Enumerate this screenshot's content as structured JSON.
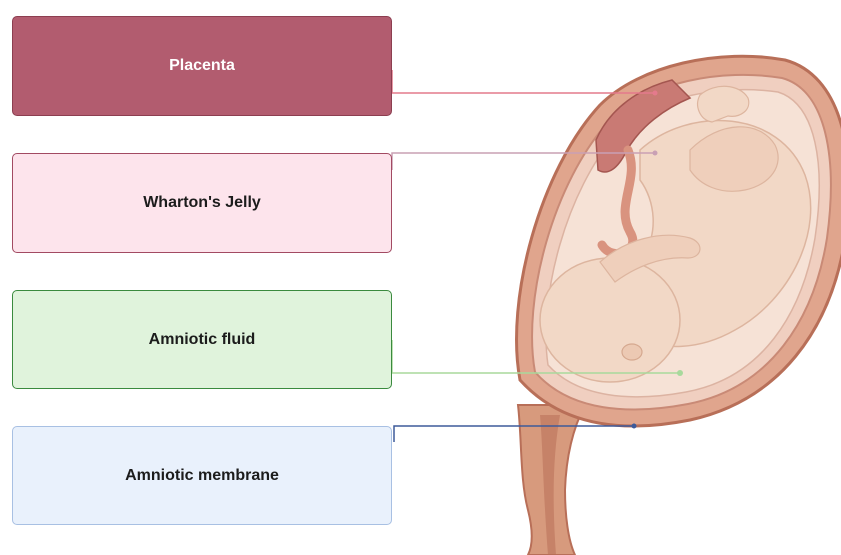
{
  "labels": {
    "placenta": "Placenta",
    "wharton_jelly": "Wharton's Jelly",
    "amniotic_fluid": "Amniotic fluid",
    "amniotic_membrane": "Amniotic membrane"
  },
  "colors": {
    "placenta": "#b25c6f",
    "wharton_jelly": "#fde4ec",
    "amniotic_fluid": "#e0f3dc",
    "amniotic_membrane": "#e9f1fc",
    "placenta_leader": "#e47a8c",
    "wharton_leader": "#c9a0b4",
    "fluid_leader": "#a8d99c",
    "membrane_leader": "#3d5a9a"
  },
  "illustration": "fetus-in-uterus"
}
